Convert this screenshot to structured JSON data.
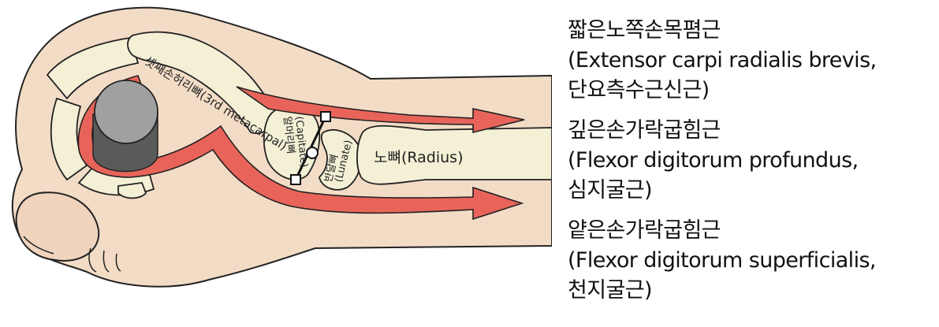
{
  "colors": {
    "skin": "#f3dcc6",
    "skin_outline": "#222222",
    "bone": "#f4f0d6",
    "tendon": "#e8645a",
    "tendon_light": "#f08c82",
    "ball": "#a0a0a0"
  },
  "diagram": {
    "labels": {
      "third_metacarpal": "셋째손허리뼈(3rd metacarpal)",
      "capitate_ko": "알머리뼈",
      "capitate_en": "(Capitate)",
      "lunate_ko": "반달뼈",
      "lunate_en": "(Lunate)",
      "radius": "노뼈(Radius)"
    }
  },
  "legend": [
    {
      "id": "ecrb",
      "ko": "짧은노쪽손목폄근",
      "en": "(Extensor carpi radialis brevis,",
      "alt": "단요측수근신근)"
    },
    {
      "id": "fdp",
      "ko": "깊은손가락굽힘근",
      "en": "(Flexor digitorum profundus,",
      "alt": "심지굴근)"
    },
    {
      "id": "fds",
      "ko": "얕은손가락굽힘근",
      "en": "(Flexor digitorum superficialis,",
      "alt": "천지굴근)"
    }
  ]
}
